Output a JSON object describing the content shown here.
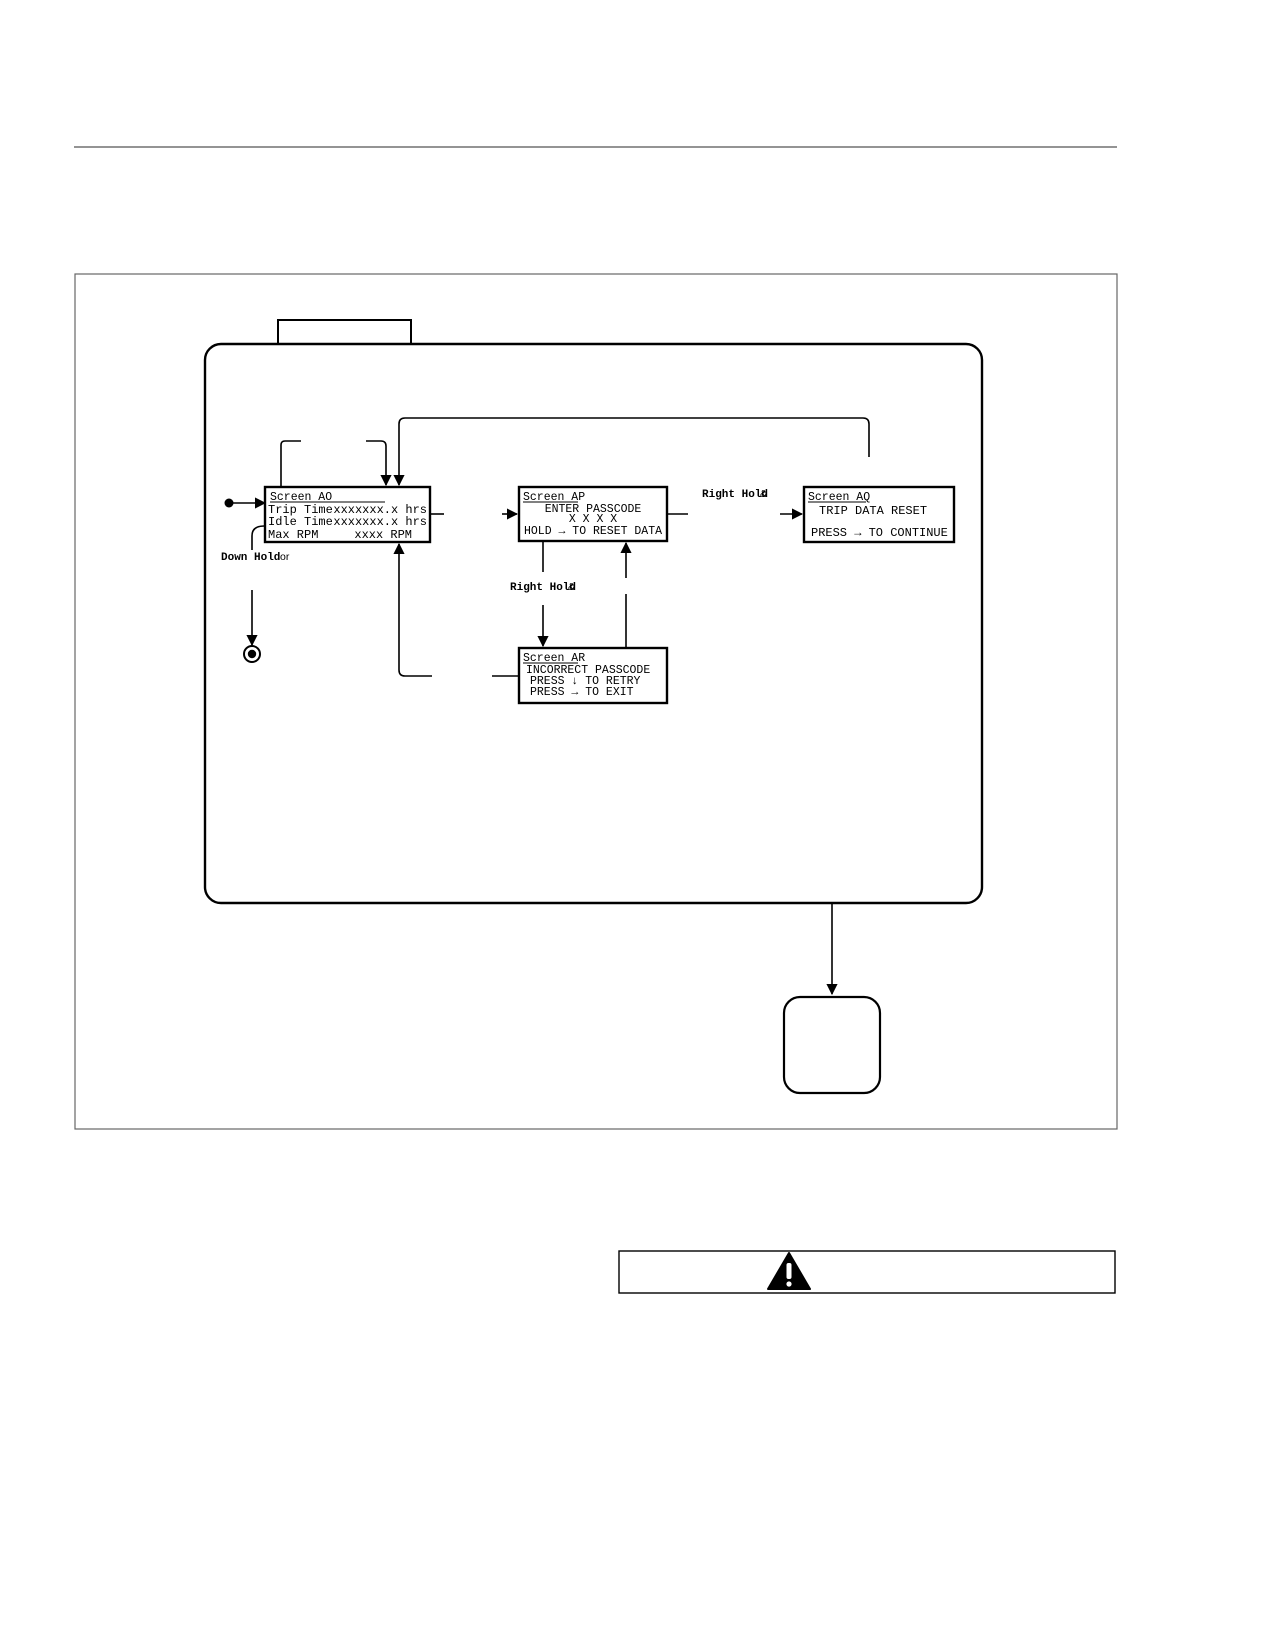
{
  "screen_ao": {
    "title": "Screen AO",
    "line1_label": "Trip Time",
    "line1_value": "xxxxxxx.x hrs",
    "line2_label": "Idle Time",
    "line2_value": "xxxxxxx.x hrs",
    "line3_label": "Max RPM",
    "line3_value": "xxxx RPM"
  },
  "screen_ap": {
    "title": "Screen AP",
    "line1": "ENTER PASSCODE",
    "line2": "X X X X",
    "line3": "HOLD → TO RESET DATA"
  },
  "screen_aq": {
    "title": "Screen AQ",
    "line1": "TRIP DATA RESET",
    "line2": "PRESS → TO CONTINUE"
  },
  "screen_ar": {
    "title": "Screen AR",
    "line1": "INCORRECT PASSCODE",
    "line2": "PRESS ↓ TO RETRY",
    "line3": "PRESS → TO EXIT"
  },
  "transitions": {
    "down_hold_key": "Down Hold",
    "down_hold_suffix": "or",
    "right_hold_1_key": "Right Hold",
    "right_hold_1_suffix": "&",
    "right_hold_2_key": "Right Hold",
    "right_hold_2_suffix": "&"
  },
  "warning_icon": "warning-triangle-icon",
  "colors": {
    "line": "#000000",
    "frame": "#555555",
    "background": "#ffffff"
  }
}
